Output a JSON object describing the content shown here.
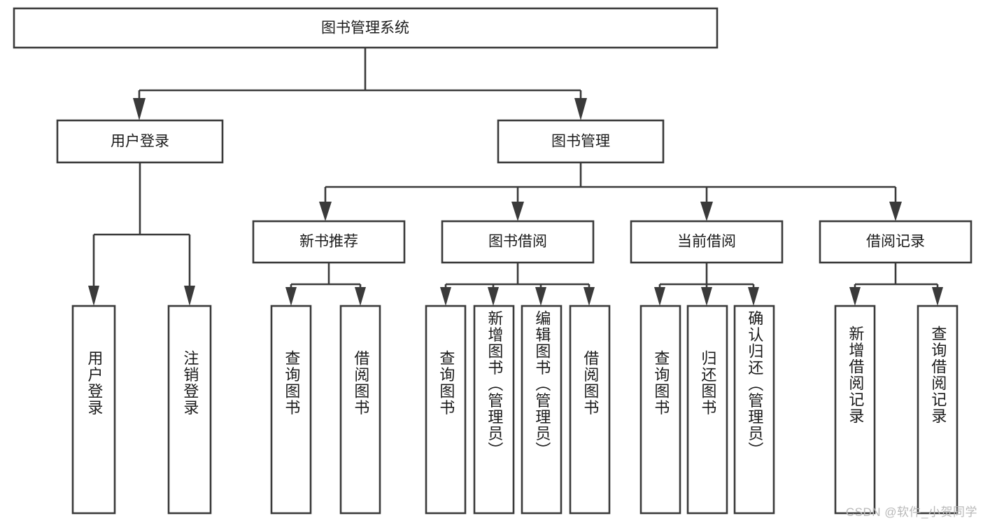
{
  "diagram": {
    "title_node": {
      "id": "root",
      "label": "图书管理系统"
    },
    "level2": [
      {
        "id": "user-login",
        "label": "用户登录"
      },
      {
        "id": "book-manage",
        "label": "图书管理"
      }
    ],
    "level3": [
      {
        "id": "new-book-recommend",
        "label": "新书推荐"
      },
      {
        "id": "book-borrow",
        "label": "图书借阅"
      },
      {
        "id": "current-borrow",
        "label": "当前借阅"
      },
      {
        "id": "borrow-record",
        "label": "借阅记录"
      }
    ],
    "leaves": [
      {
        "id": "leaf-user-login",
        "parent": "user-login",
        "label": "用户登录"
      },
      {
        "id": "leaf-user-logout",
        "parent": "user-login",
        "label": "注销登录"
      },
      {
        "id": "leaf-query-book-1",
        "parent": "new-book-recommend",
        "label": "查询图书"
      },
      {
        "id": "leaf-borrow-book-1",
        "parent": "new-book-recommend",
        "label": "借阅图书"
      },
      {
        "id": "leaf-query-book-2",
        "parent": "book-borrow",
        "label": "查询图书"
      },
      {
        "id": "leaf-add-book",
        "parent": "book-borrow",
        "label": "新增图书（管理员）"
      },
      {
        "id": "leaf-edit-book",
        "parent": "book-borrow",
        "label": "编辑图书（管理员）"
      },
      {
        "id": "leaf-borrow-book-2",
        "parent": "book-borrow",
        "label": "借阅图书"
      },
      {
        "id": "leaf-query-book-3",
        "parent": "current-borrow",
        "label": "查询图书"
      },
      {
        "id": "leaf-return-book",
        "parent": "current-borrow",
        "label": "归还图书"
      },
      {
        "id": "leaf-confirm-return",
        "parent": "current-borrow",
        "label": "确认归还（管理员）"
      },
      {
        "id": "leaf-add-record",
        "parent": "borrow-record",
        "label": "新增借阅记录"
      },
      {
        "id": "leaf-query-record",
        "parent": "borrow-record",
        "label": "查询借阅记录"
      }
    ],
    "watermark": "CSDN @软件_小贺同学",
    "colors": {
      "stroke": "#3a3a3a",
      "box_fill": "#ffffff",
      "text": "#1b1b1b",
      "background": "#ffffff",
      "watermark_text": "#b9b9b9"
    }
  }
}
